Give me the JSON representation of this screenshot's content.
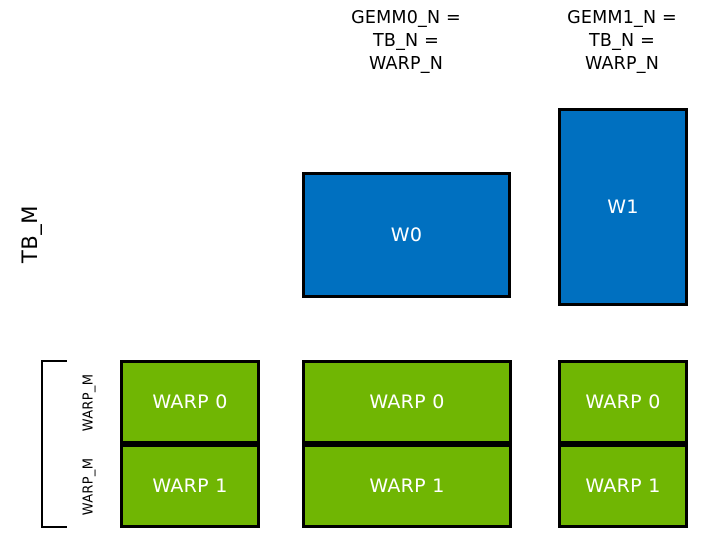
{
  "diagram": {
    "title_headers": [
      {
        "name": "gemm0",
        "text": "GEMM0_N =\nTB_N =\nWARP_N"
      },
      {
        "name": "gemm1",
        "text": "GEMM1_N =\nTB_N =\nWARP_N"
      }
    ],
    "warp_tiles": [
      {
        "name": "w0",
        "label": "W0",
        "color": "#0070c0"
      },
      {
        "name": "w1",
        "label": "W1",
        "color": "#0070c0"
      }
    ],
    "threadblock_columns": [
      {
        "name": "left",
        "rows": [
          {
            "label": "WARP 0"
          },
          {
            "label": "WARP 1"
          }
        ]
      },
      {
        "name": "middle",
        "rows": [
          {
            "label": "WARP 0"
          },
          {
            "label": "WARP 1"
          }
        ]
      },
      {
        "name": "right",
        "rows": [
          {
            "label": "WARP 0"
          },
          {
            "label": "WARP 1"
          }
        ]
      }
    ],
    "annotations": {
      "tb_m": "TB_M",
      "warp_m_top": "WARP_M",
      "warp_m_bottom": "WARP_M"
    },
    "colors": {
      "green": "#70b603",
      "blue": "#0070c0",
      "outline": "#000000",
      "text_on_fill": "#ffffff",
      "background": "#ffffff"
    }
  }
}
